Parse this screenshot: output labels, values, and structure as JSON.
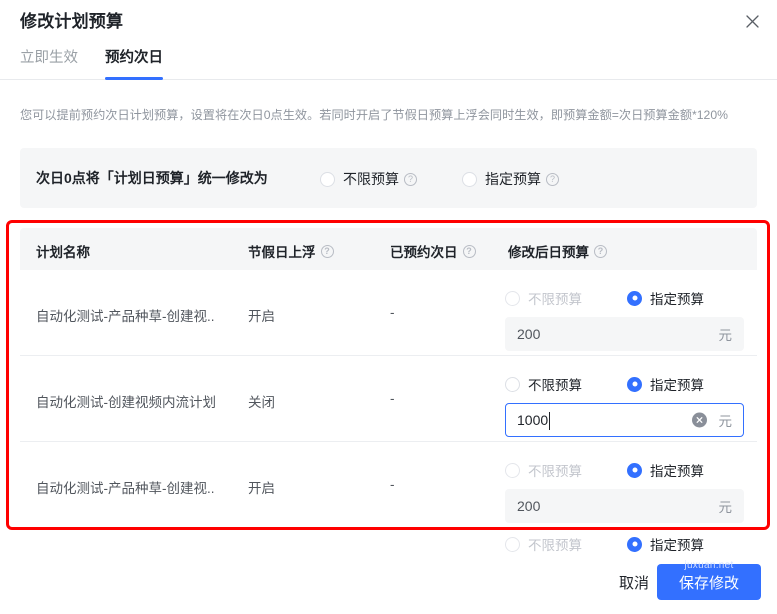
{
  "dialog": {
    "title": "修改计划预算",
    "close_icon": "close-icon"
  },
  "tabs": [
    {
      "label": "立即生效",
      "active": false
    },
    {
      "label": "预约次日",
      "active": true
    }
  ],
  "description": "您可以提前预约次日计划预算，设置将在次日0点生效。若同时开启了节假日预算上浮会同时生效，即预算金额=次日预算金额*120%",
  "banner": {
    "label": "次日0点将「计划日预算」统一修改为",
    "options": [
      {
        "label": "不限预算",
        "selected": false,
        "help": "?"
      },
      {
        "label": "指定预算",
        "selected": false,
        "help": "?"
      }
    ]
  },
  "table": {
    "headers": [
      {
        "label": "计划名称",
        "help": ""
      },
      {
        "label": "节假日上浮",
        "help": "?"
      },
      {
        "label": "已预约次日",
        "help": "?"
      },
      {
        "label": "修改后日预算",
        "help": "?"
      }
    ],
    "rows": [
      {
        "name": "自动化测试-产品种草-创建视..",
        "holiday": "开启",
        "booked": "-",
        "unlimited_label": "不限预算",
        "unlimited_selected": false,
        "unlimited_disabled": true,
        "specified_label": "指定预算",
        "specified_selected": true,
        "amount": "200",
        "unit": "元",
        "focused": false,
        "clear_icon": ""
      },
      {
        "name": "自动化测试-创建视频内流计划",
        "holiday": "关闭",
        "booked": "-",
        "unlimited_label": "不限预算",
        "unlimited_selected": false,
        "unlimited_disabled": false,
        "specified_label": "指定预算",
        "specified_selected": true,
        "amount": "1000",
        "unit": "元",
        "focused": true,
        "clear_icon": "clear-icon"
      },
      {
        "name": "自动化测试-产品种草-创建视..",
        "holiday": "开启",
        "booked": "-",
        "unlimited_label": "不限预算",
        "unlimited_selected": false,
        "unlimited_disabled": true,
        "specified_label": "指定预算",
        "specified_selected": true,
        "amount": "200",
        "unit": "元",
        "focused": false,
        "clear_icon": ""
      }
    ],
    "partial_row": {
      "unlimited_label": "不限预算",
      "specified_label": "指定预算"
    }
  },
  "footer": {
    "cancel_label": "取消",
    "save_label": "保存修改",
    "watermark": "juxuan.net"
  },
  "colors": {
    "accent": "#3370ff",
    "annotation": "#ff0000",
    "banner_bg": "#f5f6f7",
    "muted_text": "#8f959e"
  }
}
